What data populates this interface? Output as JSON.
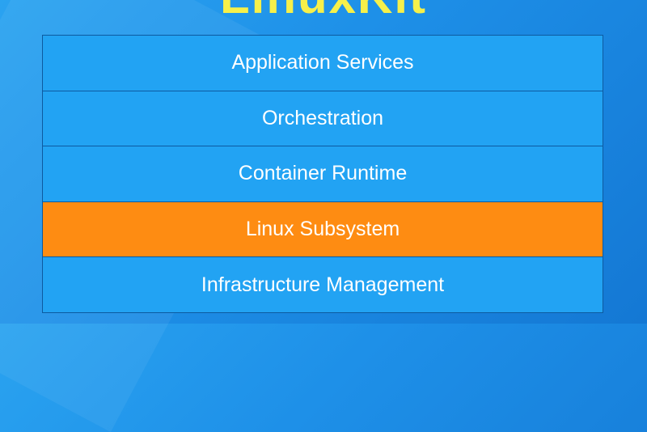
{
  "title": "LinuxKit",
  "colors": {
    "layer": "#22a3f3",
    "highlight": "#fe8c12",
    "title": "#f6f04a",
    "border": "#0d5aa0"
  },
  "layers": [
    {
      "label": "Application Services",
      "highlight": false
    },
    {
      "label": "Orchestration",
      "highlight": false
    },
    {
      "label": "Container Runtime",
      "highlight": false
    },
    {
      "label": "Linux Subsystem",
      "highlight": true
    },
    {
      "label": "Infrastructure Management",
      "highlight": false
    }
  ]
}
